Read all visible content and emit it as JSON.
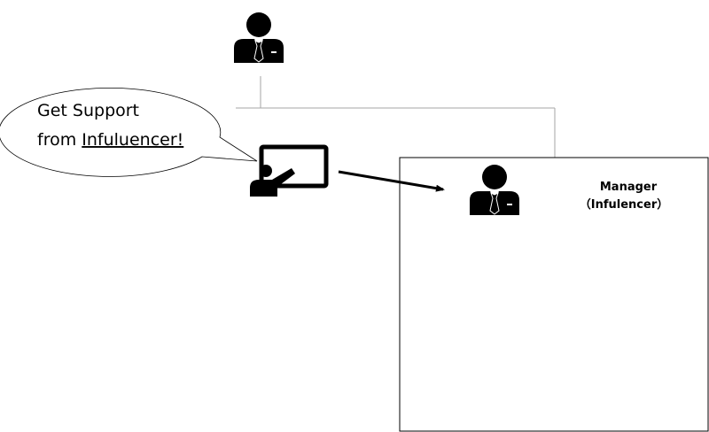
{
  "bubble": {
    "line1": "Get Support",
    "line2_prefix": "from ",
    "line2_emphasis": "Infuluencer!"
  },
  "manager": {
    "title": "Manager",
    "subtitle": "（Infulencer）"
  },
  "icons": {
    "top_person": "businessman-icon",
    "presenter": "presenter-at-board-icon",
    "manager_person": "businessman-icon"
  },
  "colors": {
    "stroke": "#000000",
    "connector": "#a6a6a6",
    "fill": "#000000"
  }
}
